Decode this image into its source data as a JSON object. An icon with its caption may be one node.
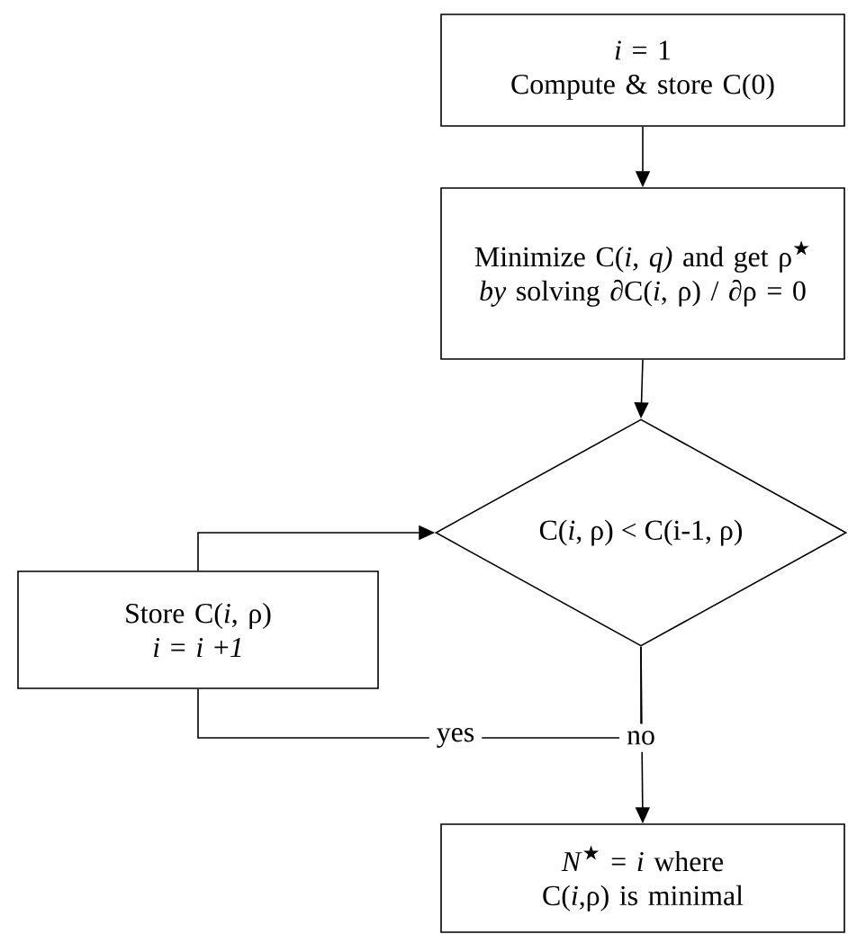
{
  "diagram": {
    "nodes": [
      {
        "text": [
          "*i* = 1",
          "Compute & store C(0)"
        ]
      },
      {
        "text": [
          "Minimize C(*i, q)* and get ρ$^{★}$ *by* solving ∂C(*i*, ρ) / ∂ρ = 0"
        ]
      },
      {
        "text": [
          "C(*i*, ρ) < C(i-1, ρ)"
        ]
      },
      {
        "text": [
          "Store C(*i*, ρ)",
          "*i* = *i* +*1*"
        ]
      },
      {
        "text": [
          "*N*$^{★}$ = *i* where C(*i*,ρ) is minimal"
        ]
      }
    ],
    "edges": [
      {
        "from": 0,
        "to": 1,
        "arrow": "to"
      },
      {
        "from": 1,
        "to": 2,
        "arrow": "to"
      },
      {
        "from": 3,
        "to": 2,
        "arrow": "to"
      },
      {
        "from": 2,
        "to": 3,
        "arrow": "none",
        "label": "yes"
      },
      {
        "from": 2,
        "to": 4,
        "arrow": "to",
        "label": "no"
      }
    ]
  }
}
